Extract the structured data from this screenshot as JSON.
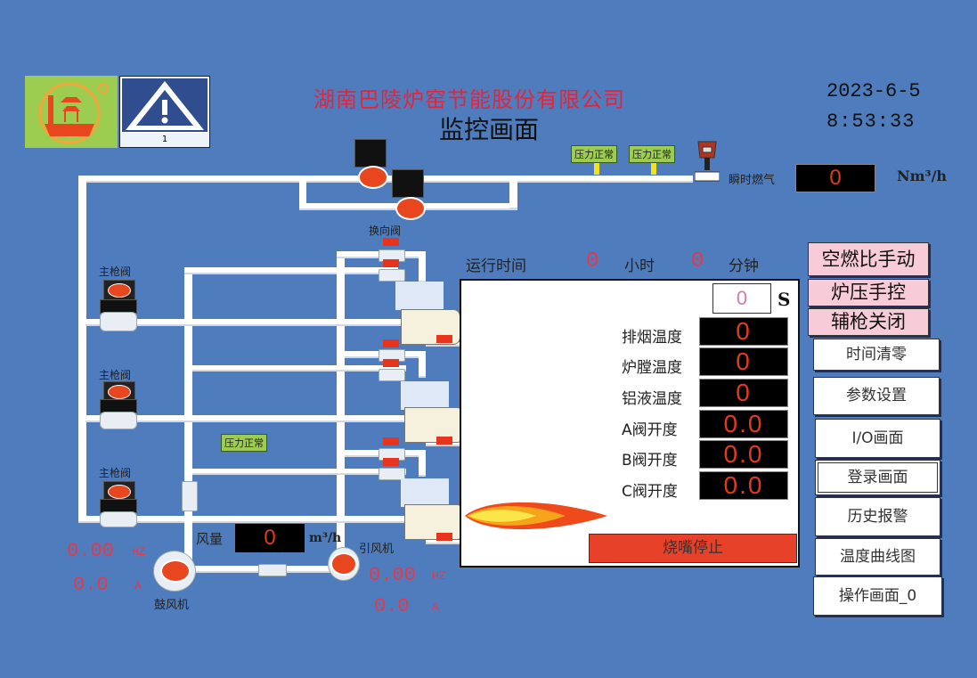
{
  "header": {
    "company": "湖南巴陵炉窑节能股份有限公司",
    "title": "监控画面",
    "date": "2023-6-5",
    "time": "8:53:33",
    "alarm_count": "1"
  },
  "gas": {
    "pressure_label_1": "压力正常",
    "pressure_label_2": "压力正常",
    "flow_label": "瞬时燃气",
    "flow_value": "0",
    "flow_unit": "Nm³/h"
  },
  "valves": {
    "reversing_valve": "换向阀",
    "main_valve_1": "主枪阀",
    "main_valve_2": "主枪阀",
    "main_valve_3": "主枪阀",
    "air_pressure_label": "压力正常"
  },
  "runtime": {
    "label": "运行时间",
    "hours": "0",
    "hours_unit": "小时",
    "minutes": "0",
    "minutes_unit": "分钟",
    "seconds": "0",
    "seconds_unit": "S"
  },
  "readings": [
    {
      "label": "排烟温度",
      "value": "0"
    },
    {
      "label": "炉膛温度",
      "value": "0"
    },
    {
      "label": "铝液温度",
      "value": "0"
    },
    {
      "label": "A阀开度",
      "value": "0.0"
    },
    {
      "label": "B阀开度",
      "value": "0.0"
    },
    {
      "label": "C阀开度",
      "value": "0.0"
    }
  ],
  "burner_status": "烧嘴停止",
  "fans": {
    "air_volume_label": "风量",
    "air_volume_value": "0",
    "air_volume_unit": "m³/h",
    "blower_label": "鼓风机",
    "blower_hz": "0.00",
    "blower_hz_unit": "HZ",
    "blower_a": "0.0",
    "blower_a_unit": "A",
    "induced_label": "引风机",
    "induced_hz": "0.00",
    "induced_hz_unit": "HZ",
    "induced_a": "0.0",
    "induced_a_unit": "A"
  },
  "mode_buttons": [
    {
      "label": "空燃比手动"
    },
    {
      "label": "炉压手控"
    },
    {
      "label": "辅枪关闭"
    }
  ],
  "nav_buttons": [
    {
      "label": "时间清零"
    },
    {
      "label": "参数设置"
    },
    {
      "label": "I/O画面"
    },
    {
      "label": "登录画面"
    },
    {
      "label": "历史报警"
    },
    {
      "label": "温度曲线图"
    },
    {
      "label": "操作画面_0"
    }
  ],
  "colors": {
    "background": "#4f7cbc",
    "company_text": "#e6233a",
    "value_red": "#e23a1c",
    "burner_stop": "#e8412a",
    "mode_pink": "#f7cbd7",
    "status_green": "#9ccc50"
  }
}
